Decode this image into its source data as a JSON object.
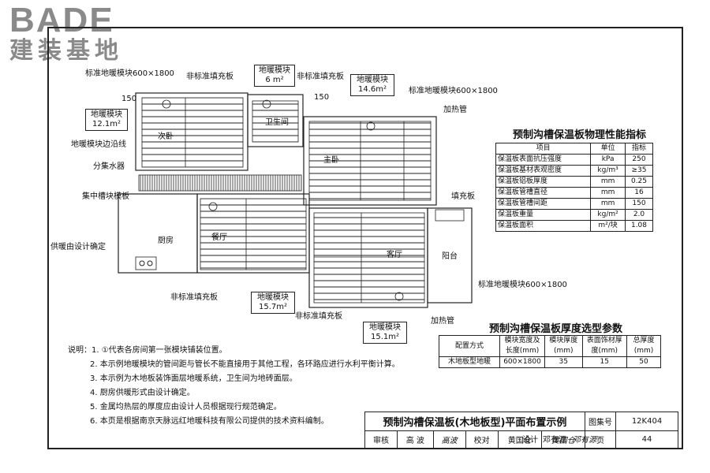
{
  "logo": {
    "brand": "BADE",
    "subtitle": "建装基地"
  },
  "plan": {
    "labels": {
      "std_module_top": "标准地暖模块600×1800",
      "nonstd_fill_top": "非标准填充板",
      "module_6": "地暖模块\n6 m²",
      "nonstd_fill_mid": "非标准填充板",
      "dim_150_a": "150",
      "dim_150_b": "150",
      "module_146": "地暖模块\n14.6m²",
      "std_module_right": "标准地暖模块600×1800",
      "heating_pipe_top": "加热管",
      "module_121": "地暖模块\n12.1m²",
      "edge_line": "地暖模块边沿线",
      "manifold": "分集水器",
      "collector_module": "集中槽块模板",
      "fill_board": "填充板",
      "heating_supply": "供暖由设计确定",
      "std_module_bottom": "标准地暖模块600×1800",
      "nonstd_fill_bottom": "非标准填充板",
      "module_157": "地暖模块\n15.7m²",
      "nonstd_fill_bottom2": "非标准填充板",
      "heating_pipe_bottom": "加热管",
      "module_151": "地暖模块\n15.1m²"
    },
    "rooms": {
      "bedroom2": "次卧",
      "bathroom": "卫生间",
      "master": "主卧",
      "kitchen": "厨房",
      "dining": "餐厅",
      "living": "客厅",
      "balcony": "阳台"
    }
  },
  "props_table": {
    "title": "预制沟槽保温板物理性能指标",
    "headers": [
      "项目",
      "单位",
      "指标"
    ],
    "rows": [
      [
        "保温板表面抗压强度",
        "kPa",
        "250"
      ],
      [
        "保温板基材表观密度",
        "kg/m³",
        "≥35"
      ],
      [
        "保温板铝板厚度",
        "mm",
        "0.25"
      ],
      [
        "保温板管槽直径",
        "mm",
        "16"
      ],
      [
        "保温板管槽间距",
        "mm",
        "150"
      ],
      [
        "保温板重量",
        "kg/m²",
        "2.0"
      ],
      [
        "保温板面积",
        "m²/块",
        "1.08"
      ]
    ]
  },
  "thick_table": {
    "title": "预制沟槽保温板厚度选型参数",
    "headers": [
      "配置方式",
      "模块宽度及长度(mm)",
      "模块厚度(mm)",
      "表面饰材厚度(mm)",
      "总厚度(mm)"
    ],
    "rows": [
      [
        "木地板型地暖",
        "600×1800",
        "35",
        "15",
        "50"
      ]
    ]
  },
  "notes": [
    "说明：1. ①代表各房间第一张模块铺装位置。",
    "2. 本示例地暖模块的管间距与管长不能直接用于其他工程，各环路应进行水利平衡计算。",
    "3. 本示例为木地板装饰面层地暖系统，卫生间为地砖面层。",
    "4. 厨房供暖形式由设计确定。",
    "5. 金属均热层的厚度应由设计人员根据现行规范确定。",
    "6. 本页是根据南京天脉远红地暖科技有限公司提供的技术资料编制。"
  ],
  "title_block": {
    "title": "预制沟槽保温板(木地板型)平面布置示例",
    "atlas_label": "图集号",
    "atlas_no": "12K404",
    "review_label": "审核",
    "reviewer": "高 波",
    "reviewer_sig": "高波",
    "check_label": "校对",
    "checker": "黄国仓",
    "checker_sig": "黄国仓",
    "design_label": "设计",
    "designer": "邓有源",
    "designer_sig": "邓有源",
    "page_label": "页",
    "page_no": "44"
  },
  "colors": {
    "line": "#222222",
    "logo": "#8a8a8a"
  }
}
